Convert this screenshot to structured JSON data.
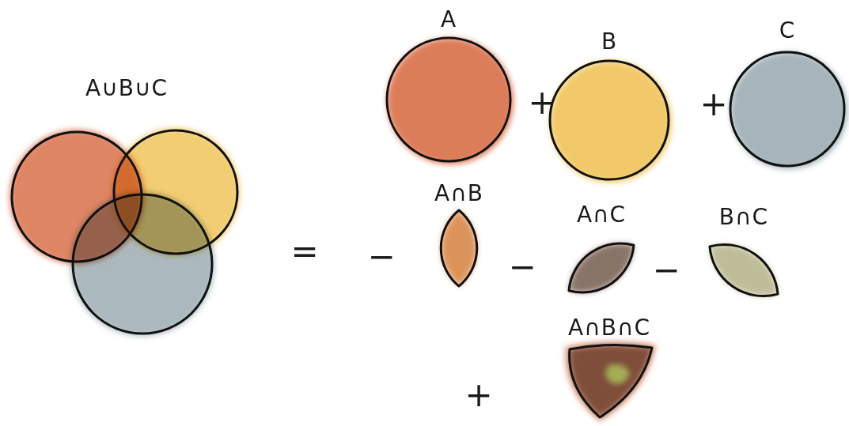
{
  "diagram": {
    "nodes": [
      {
        "text": [
          "A∪B∪C"
        ]
      },
      {
        "text": [
          "A"
        ]
      },
      {
        "text": [
          "B"
        ]
      },
      {
        "text": [
          "C"
        ]
      },
      {
        "text": [
          "A∩B"
        ]
      },
      {
        "text": [
          "A∩C"
        ]
      },
      {
        "text": [
          "B∩C"
        ]
      },
      {
        "text": [
          "A∩B∩C"
        ]
      }
    ],
    "labels": [
      "=",
      "+",
      "+",
      "−",
      "−",
      "−",
      "+"
    ]
  }
}
